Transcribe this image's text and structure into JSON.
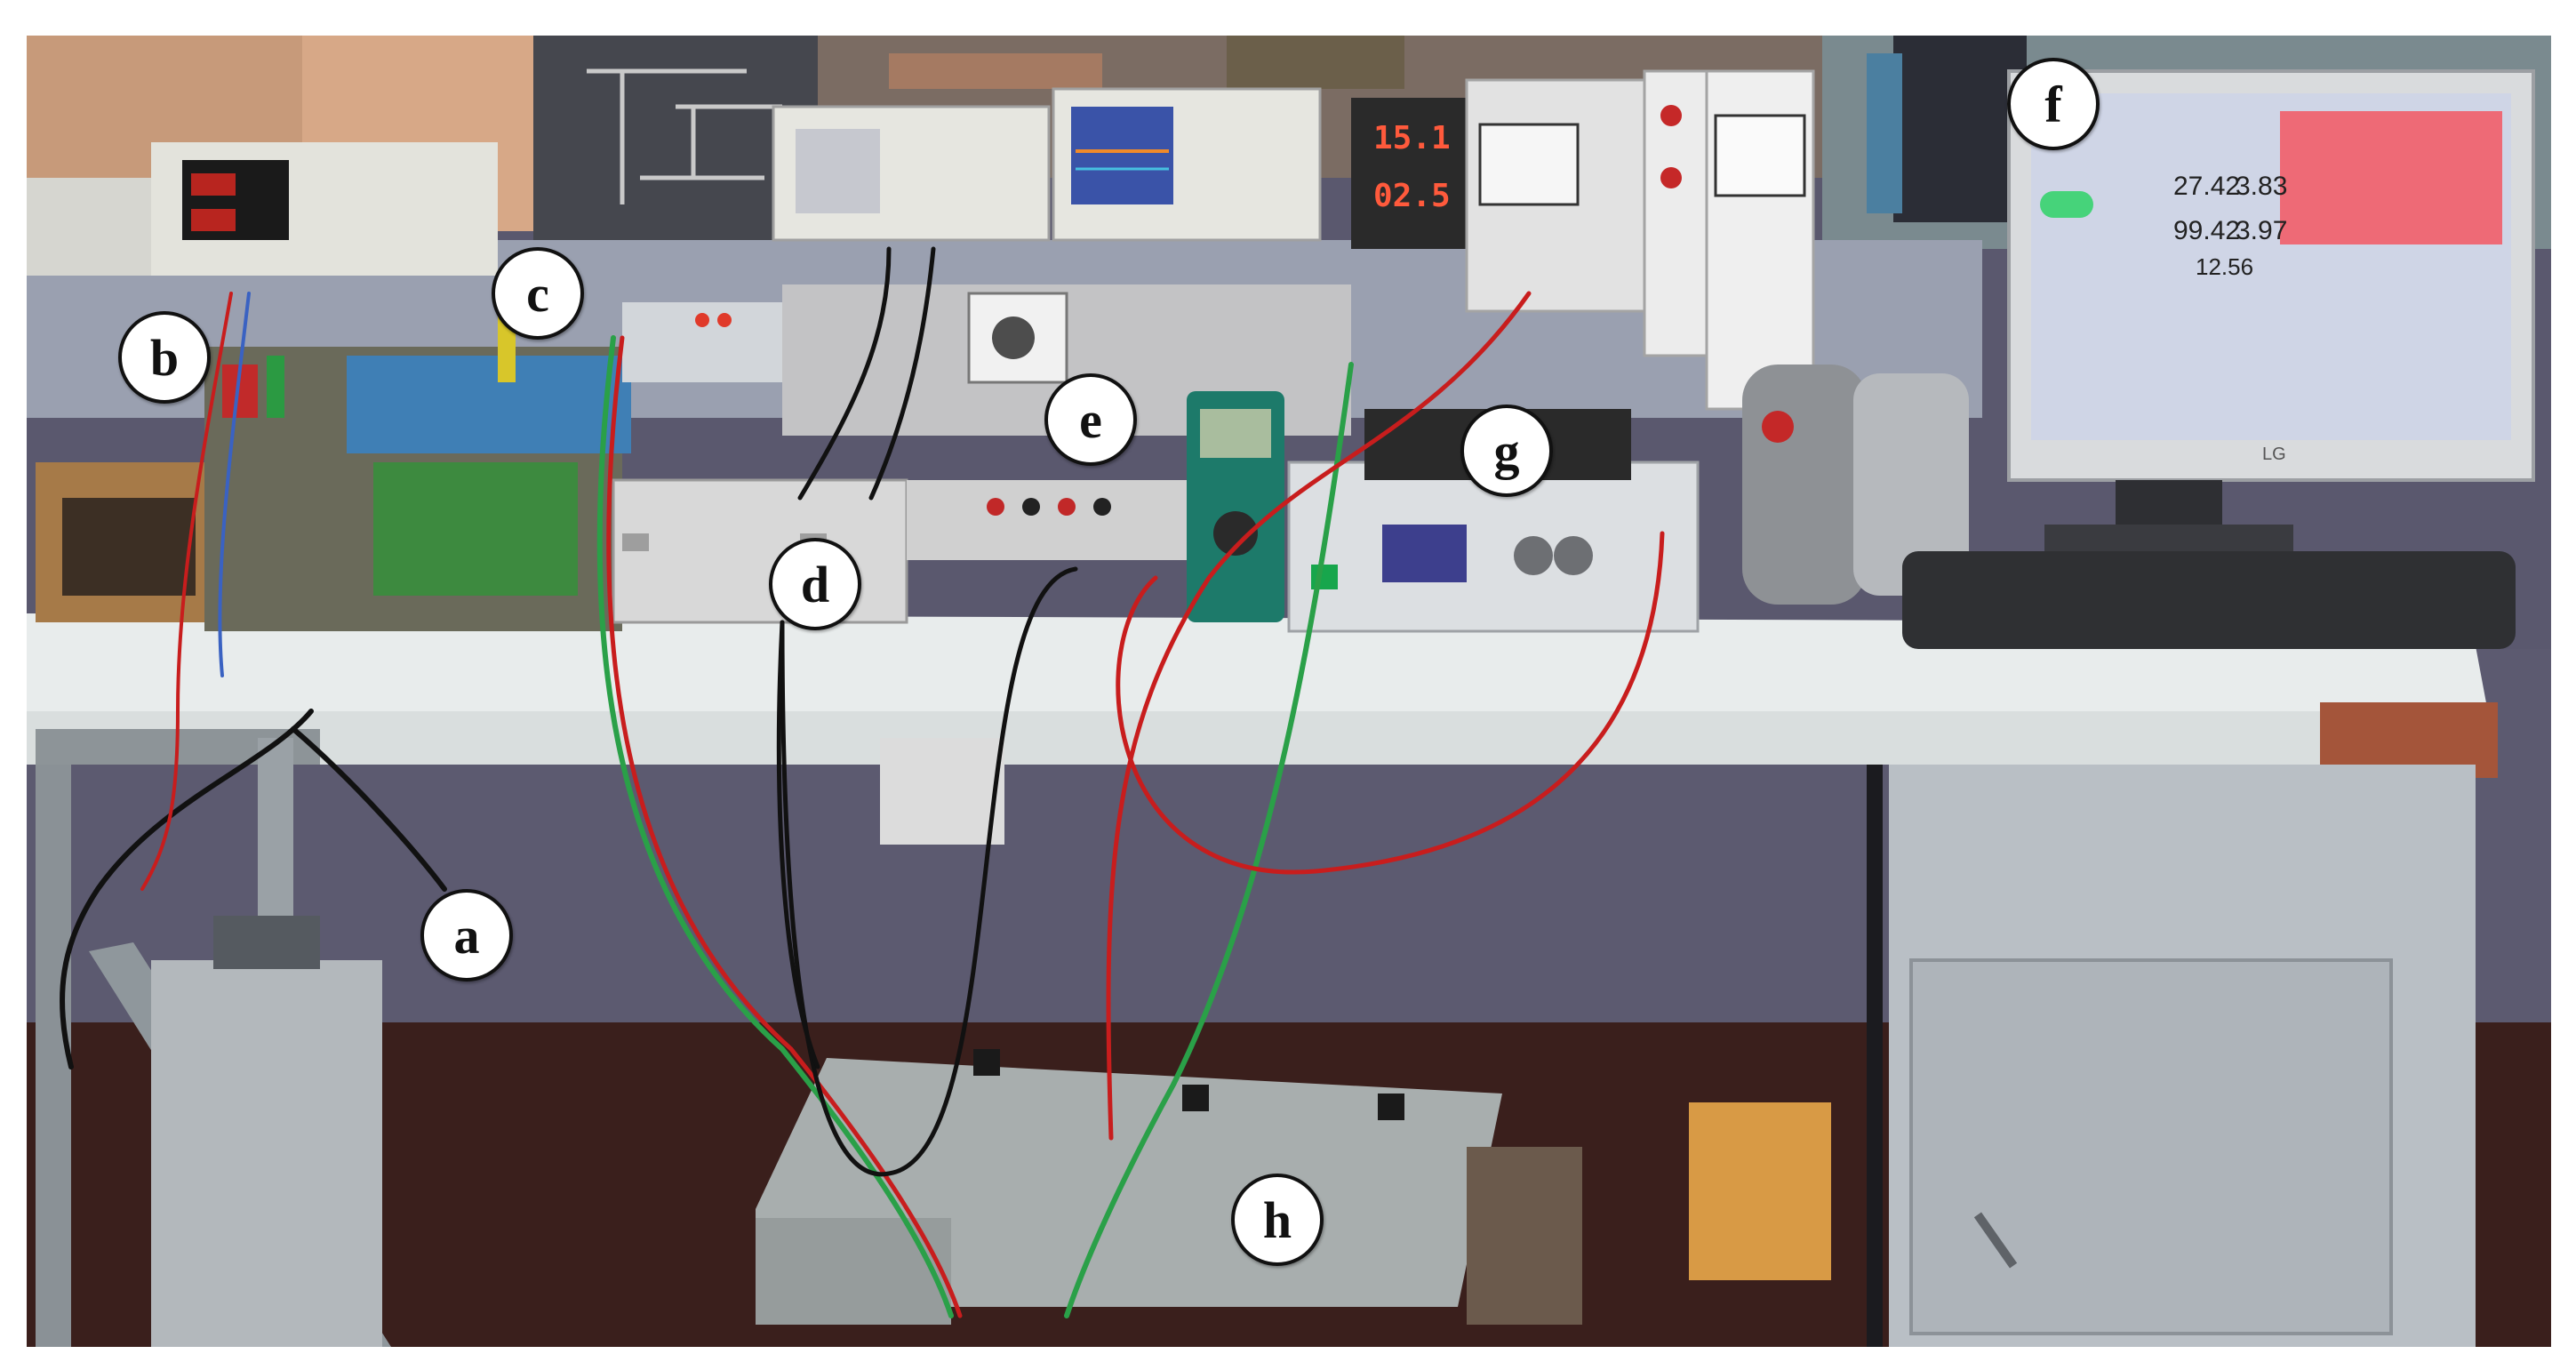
{
  "labels": [
    "a",
    "b",
    "c",
    "d",
    "e",
    "f",
    "g",
    "h"
  ],
  "monitor": {
    "values": [
      "27.42",
      "3.83",
      "99.42",
      "3.97",
      "12.56"
    ],
    "brand": "LG"
  },
  "psu_readouts": [
    "15.1",
    "02.5"
  ],
  "colors": {
    "wall": "#5c5a70",
    "bench": "#e8ecec",
    "floor": "#3a1f1c",
    "monitor_bezel": "#d9dbdd",
    "screen_bg": "#cfd5e6",
    "screen_panel": "#ee6a76",
    "wire_red": "#c81d1d",
    "wire_green": "#2aa048"
  }
}
